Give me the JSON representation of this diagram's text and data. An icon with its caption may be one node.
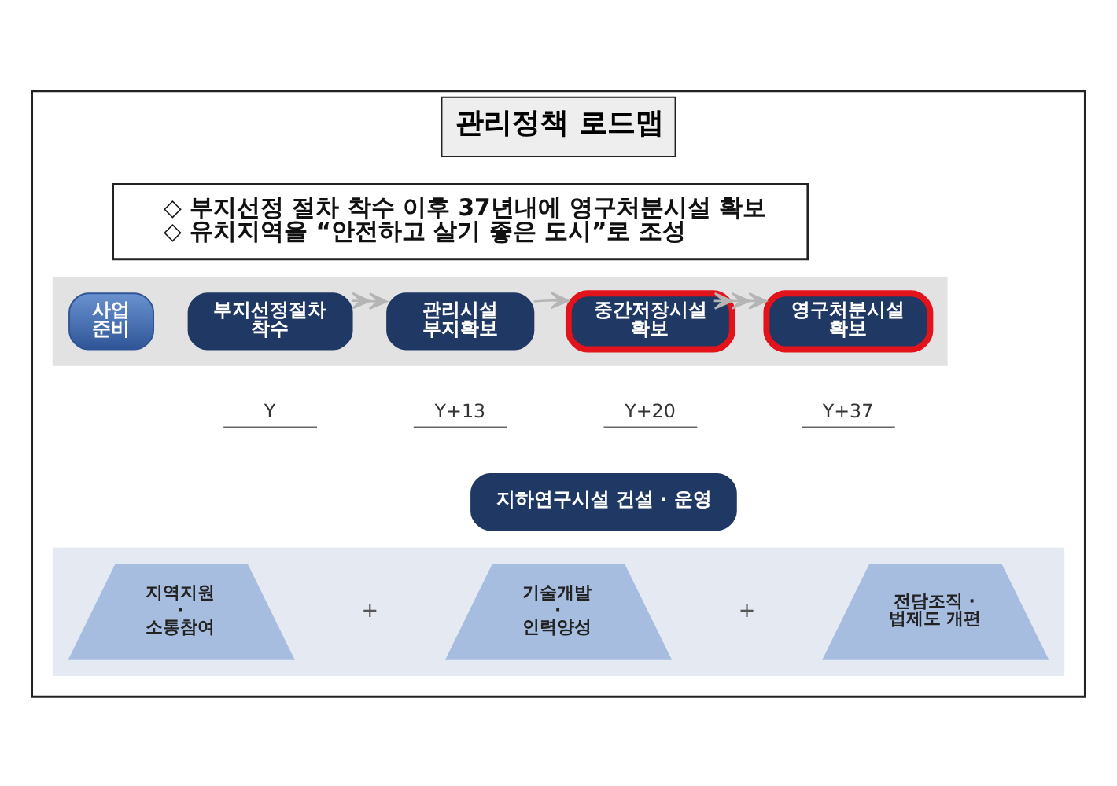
{
  "diagram": {
    "nodes": [
      {
        "text": [
          "관리정책 로드맵"
        ]
      },
      {
        "text": [
          "◇ 부지선정 절차 착수 이후 37년내에 영구처분시설 확보",
          "◇ 유치지역을 “안전하고 살기 좋은 도시”로 조성"
        ],
        "in": 0
      },
      {
        "text": [],
        "shape": "bar",
        "in": 0
      },
      {
        "text": [
          "사업 준비"
        ],
        "in": 2
      },
      {
        "text": [
          "부지선정절차 착수"
        ],
        "beside": [
          "Y"
        ],
        "in": 2
      },
      {
        "text": [
          "관리시설 부지확보"
        ],
        "beside": [
          "Y+13"
        ],
        "in": 2
      },
      {
        "text": [
          "중간저장시설 확보"
        ],
        "beside": [
          "Y+20"
        ],
        "in": 2
      },
      {
        "text": [
          "영구처분시설 확보"
        ],
        "beside": [
          "Y+37"
        ],
        "in": 2
      },
      {
        "text": [
          "지하연구시설 건설 · 운영"
        ],
        "in": 0
      },
      {
        "text": [],
        "shape": "bar",
        "in": 0
      },
      {
        "text": [
          "지역지원 · 소통참여"
        ],
        "in": 9
      },
      {
        "text": [
          "기술개발 · 인력양성"
        ],
        "in": 9
      },
      {
        "text": [
          "전담조직 · 법제도 개편"
        ],
        "in": 9
      }
    ],
    "edges": [
      {
        "from": 4,
        "to": 5,
        "arrow": "to"
      },
      {
        "from": 5,
        "to": 6,
        "arrow": "to"
      },
      {
        "from": 6,
        "to": 7,
        "arrow": "to"
      }
    ],
    "labels": [
      "+",
      "+"
    ]
  }
}
